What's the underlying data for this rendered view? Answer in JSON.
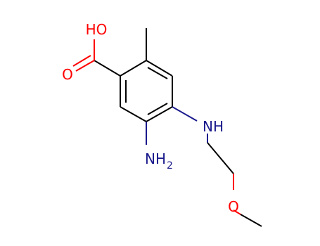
{
  "molecule": {
    "colors": {
      "carbon_bond": "#000000",
      "oxygen": "#ff0000",
      "nitrogen": "#19198c",
      "background": "#ffffff"
    },
    "labels": {
      "carboxyl_oh": "HO",
      "carbonyl_o": "O",
      "amine_nh": "NH",
      "amino_n": "NH",
      "amino_sub": "2",
      "ether_o": "O"
    }
  }
}
